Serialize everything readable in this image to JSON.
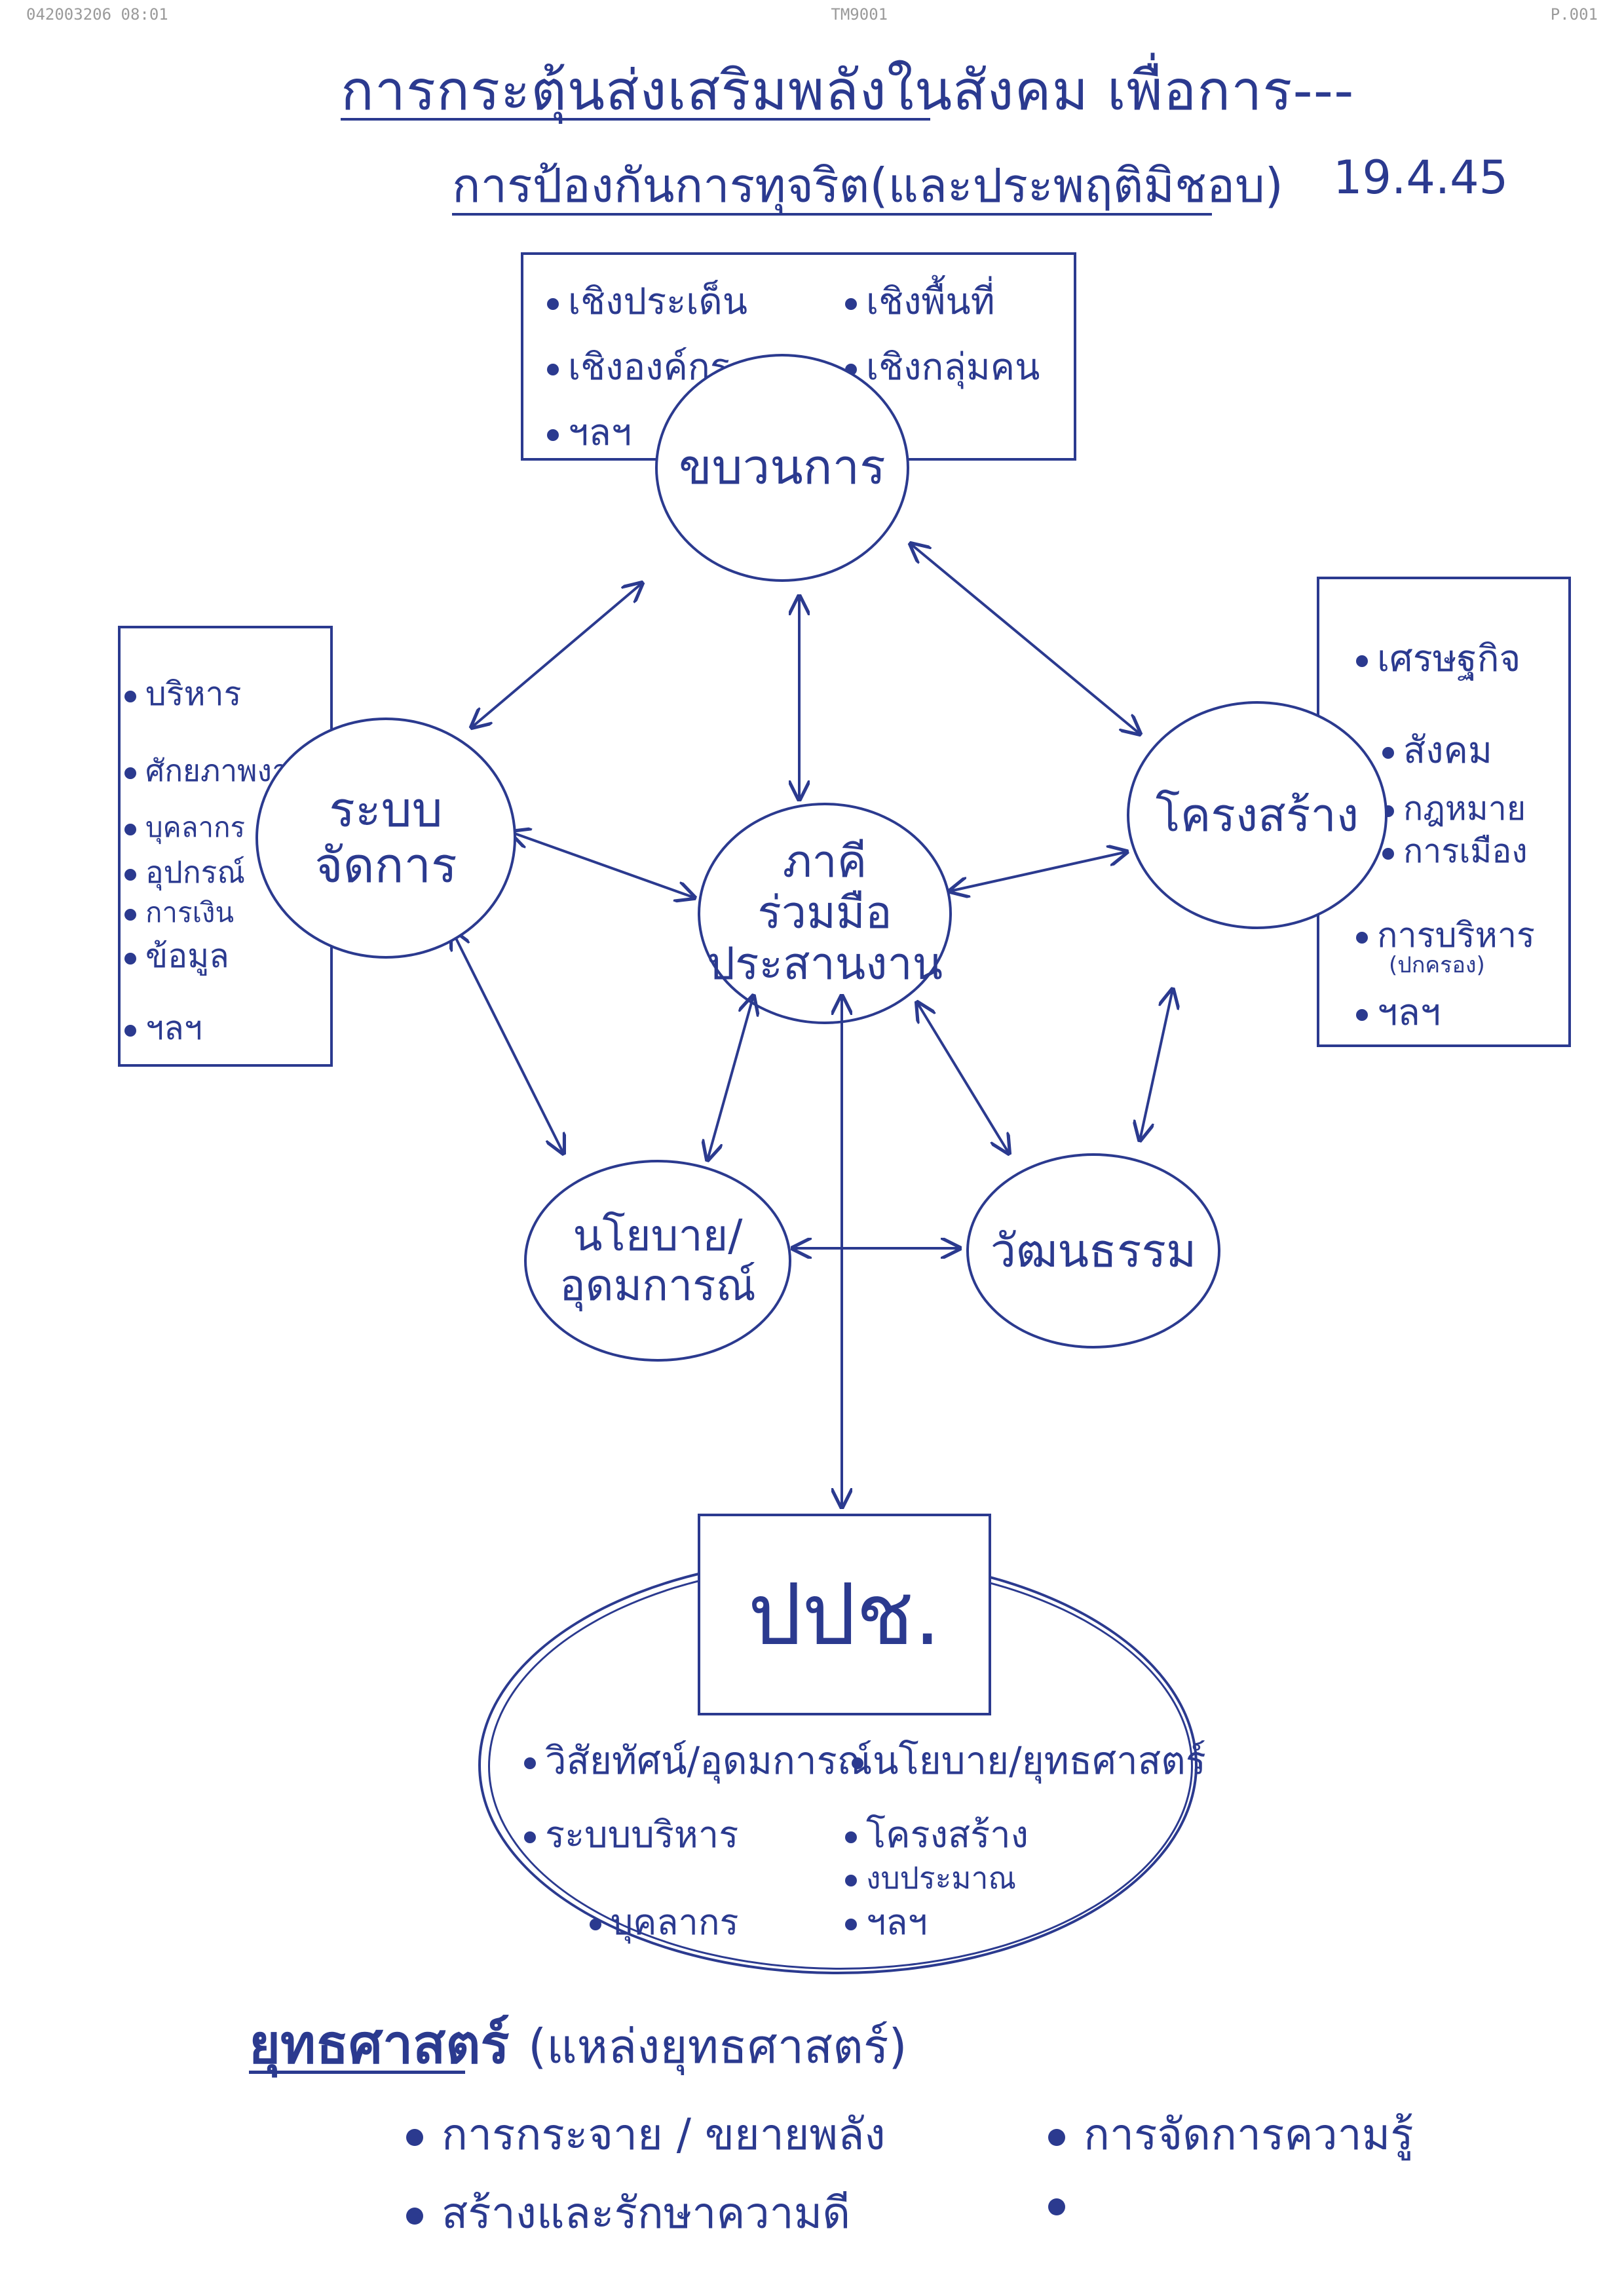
{
  "header_fax": {
    "left": "042003206 08:01",
    "mid": "TM9001",
    "right": "P.001"
  },
  "title": "การกระตุ้นส่งเสริมพลังในสังคม เพื่อการ---",
  "subtitle": "การป้องกันการทุจริต(และประพฤติมิชอบ)",
  "date": "19.4.45",
  "top_box": {
    "items": [
      "เชิงประเด็น",
      "เชิงพื้นที่",
      "เชิงองค์กร",
      "เชิงกลุ่มคน",
      "ฯลฯ"
    ]
  },
  "left_box": {
    "items": [
      "บริหาร",
      "ศักยภาพงาน",
      "บุคลากร",
      "อุปกรณ์",
      "การเงิน",
      "ข้อมูล",
      "ฯลฯ"
    ]
  },
  "right_box": {
    "items": [
      "เศรษฐกิจ",
      "สังคม",
      "กฎหมาย",
      "การเมือง",
      "การบริหาร",
      "(ปกครอง)",
      "ฯลฯ"
    ]
  },
  "nodes": {
    "movement": "ขบวนการ",
    "management": "ระบบ\nจัดการ",
    "partnership": "ภาคี\nร่วมมือ\nประสานงาน",
    "structure": "โครงสร้าง",
    "policy": "นโยบาย/\nอุดมการณ์",
    "culture": "วัฒนธรรม",
    "nacc": "ปปช."
  },
  "nacc_items": [
    "วิสัยทัศน์/อุดมการณ์",
    "นโยบาย/ยุทธศาสตร์",
    "ระบบบริหาร",
    "โครงสร้าง",
    "งบประมาณ",
    "บุคลากร",
    "ฯลฯ"
  ],
  "strategy": {
    "heading": "ยุทธศาสตร์",
    "note": "(แหล่งยุทธศาสตร์)",
    "items": [
      "การกระจาย / ขยายพลัง",
      "การจัดการความรู้",
      "สร้างและรักษาความดี",
      ""
    ]
  },
  "colors": {
    "ink": "#2b3a8f",
    "fax_header": "#9a9a9a"
  }
}
